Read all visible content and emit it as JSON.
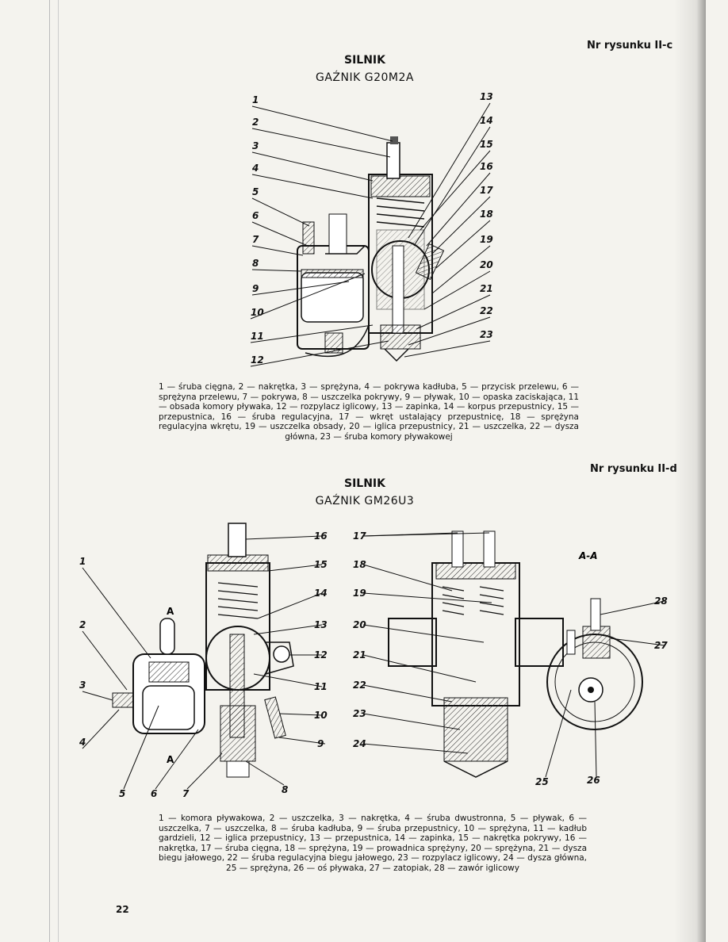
{
  "figure1": {
    "figure_number": "Nr rysunku II-c",
    "title": "SILNIK",
    "subtitle": "GAŹNIK G20M2A",
    "labels_left": [
      "1",
      "2",
      "3",
      "4",
      "5",
      "6",
      "7",
      "8",
      "9",
      "10",
      "11",
      "12"
    ],
    "labels_right": [
      "13",
      "14",
      "15",
      "16",
      "17",
      "18",
      "19",
      "20",
      "21",
      "22",
      "23"
    ],
    "caption": "1 — śruba cięgna, 2 — nakrętka, 3 — sprężyna, 4 — pokrywa kadłuba, 5 — przycisk przelewu, 6 — sprężyna przelewu, 7 — pokrywa, 8 — uszczelka pokrywy, 9 — pływak, 10 — opaska zaciskająca, 11 — obsada komory pływaka, 12 — rozpylacz iglicowy, 13 — zapinka, 14 — korpus przepustnicy, 15 — przepustnica, 16 — śruba regulacyjna, 17 — wkręt ustalający przepustnicę, 18 — sprężyna regulacyjna wkrętu, 19 — uszczelka obsady, 20 — iglica przepustnicy, 21 — uszczelka, 22 — dysza główna, 23 — śruba komory pływakowej"
  },
  "figure2": {
    "figure_number": "Nr rysunku II-d",
    "title": "SILNIK",
    "subtitle": "GAŹNIK GM26U3",
    "section_label": "A-A",
    "cut_label": "A",
    "caption": "1 — komora pływakowa, 2 — uszczelka, 3 — nakrętka, 4 — śruba dwustronna, 5 — pływak, 6 — uszczelka, 7 — uszczelka, 8 — śruba kadłuba, 9 — śruba przepustnicy, 10 — sprężyna, 11 — kadłub gardzieli, 12 — iglica przepustnicy, 13 — przepustnica, 14 — zapinka, 15 — nakrętka pokrywy, 16 — nakrętka, 17 — śruba cięgna, 18 — sprężyna, 19 — prowadnica sprężyny, 20 — sprężyna, 21 — dysza biegu jałowego, 22 — śruba regulacyjna biegu jałowego, 23 — rozpylacz iglicowy, 24 — dysza główna, 25 — sprężyna, 26 — oś pływaka, 27 — zatopiak, 28 — zawór iglicowy",
    "labels": [
      "1",
      "2",
      "3",
      "4",
      "5",
      "6",
      "7",
      "8",
      "9",
      "10",
      "11",
      "12",
      "13",
      "14",
      "15",
      "16",
      "17",
      "18",
      "19",
      "20",
      "21",
      "22",
      "23",
      "24",
      "25",
      "26",
      "27",
      "28"
    ]
  },
  "page_number": "22"
}
